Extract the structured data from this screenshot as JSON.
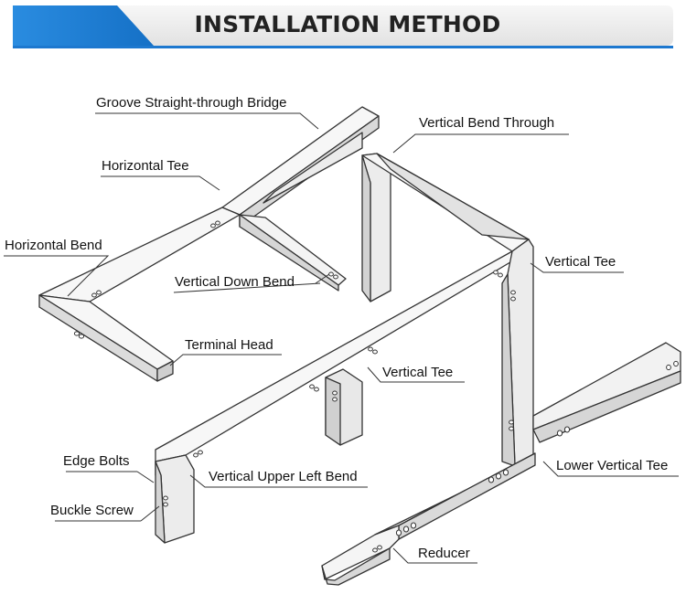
{
  "header": {
    "title": "INSTALLATION METHOD"
  },
  "labels": {
    "groove_straight": "Groove Straight-through Bridge",
    "horizontal_tee": "Horizontal Tee",
    "horizontal_bend": "Horizontal Bend",
    "vertical_bend_through": "Vertical Bend Through",
    "vertical_down_bend": "Vertical Down Bend",
    "terminal_head": "Terminal Head",
    "vertical_tee_right": "Vertical Tee",
    "vertical_tee_mid": "Vertical Tee",
    "edge_bolts": "Edge Bolts",
    "vertical_upper_left_bend": "Vertical Upper Left Bend",
    "buckle_screw": "Buckle Screw",
    "lower_vertical_tee": "Lower Vertical Tee",
    "reducer": "Reducer"
  },
  "colors": {
    "banner_blue": "#1b7fd6",
    "banner_gray": "#eeeeee",
    "line": "#333333"
  }
}
